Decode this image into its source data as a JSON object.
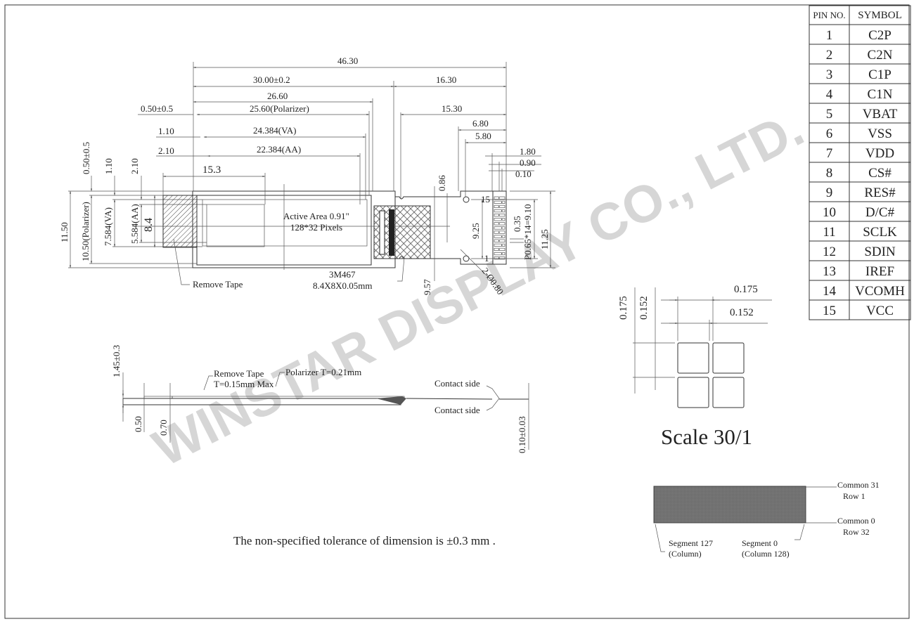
{
  "watermark": "WINSTAR DISPLAY CO., LTD.",
  "pin_table": {
    "headers": [
      "PIN NO.",
      "SYMBOL"
    ],
    "rows": [
      [
        "1",
        "C2P"
      ],
      [
        "2",
        "C2N"
      ],
      [
        "3",
        "C1P"
      ],
      [
        "4",
        "C1N"
      ],
      [
        "5",
        "VBAT"
      ],
      [
        "6",
        "VSS"
      ],
      [
        "7",
        "VDD"
      ],
      [
        "8",
        "CS#"
      ],
      [
        "9",
        "RES#"
      ],
      [
        "10",
        "D/C#"
      ],
      [
        "11",
        "SCLK"
      ],
      [
        "12",
        "SDIN"
      ],
      [
        "13",
        "IREF"
      ],
      [
        "14",
        "VCOMH"
      ],
      [
        "15",
        "VCC"
      ]
    ]
  },
  "top_view": {
    "dims_horizontal": {
      "total": "46.30",
      "glass": "30.00±0.2",
      "fpc": "16.30",
      "polarizer_outer": "26.60",
      "polarizer": "25.60(Polarizer)",
      "va": "24.384(VA)",
      "aa": "22.384(AA)",
      "offset_050": "0.50±0.5",
      "offset_110": "1.10",
      "offset_210": "2.10",
      "tape": "15.3",
      "d1530": "15.30",
      "d680": "6.80",
      "d580": "5.80",
      "d180": "1.80",
      "d090": "0.90",
      "d010": "0.10"
    },
    "dims_vertical": {
      "height": "11.50",
      "polarizer_h": "10.50(Polarizer)",
      "va_h": "7.584(VA)",
      "aa_h": "5.584(AA)",
      "tape_h": "8.4",
      "v050": "0.50±0.5",
      "v110": "1.10",
      "v210": "2.10",
      "d086": "0.86",
      "d925": "9.25",
      "d957": "9.57",
      "d035": "0.35",
      "pitch": "P0.65*14=9.10",
      "d1125": "11.25",
      "hole": "2-Ø0.80",
      "pin15": "15",
      "pin1": "1"
    },
    "active_area": "Active Area 0.91\"",
    "pixels": "128*32 Pixels",
    "remove_tape": "Remove Tape",
    "stiffener_1": "3M467",
    "stiffener_2": "8.4X8X0.05mm"
  },
  "side_view": {
    "thickness": "1.45±0.3",
    "d050": "0.50",
    "d070": "0.70",
    "fpc_t": "0.10±0.03",
    "remove_tape_1": "Remove Tape",
    "remove_tape_2": "T=0.15mm Max",
    "polarizer": "Polarizer T=0.21mm",
    "contact_top": "Contact side",
    "contact_bottom": "Contact side"
  },
  "pixel_detail": {
    "h175": "0.175",
    "h152": "0.152",
    "v175": "0.175",
    "v152": "0.152",
    "scale": "Scale  30/1"
  },
  "matrix": {
    "com31": "Common 31",
    "row1": "Row 1",
    "com0": "Common 0",
    "row32": "Row 32",
    "seg127": "Segment 127",
    "seg127_sub": "(Column)",
    "seg0": "Segment 0",
    "seg0_sub": "(Column 128)"
  },
  "tolerance_note": "The non-specified tolerance of dimension is ±0.3 mm ."
}
